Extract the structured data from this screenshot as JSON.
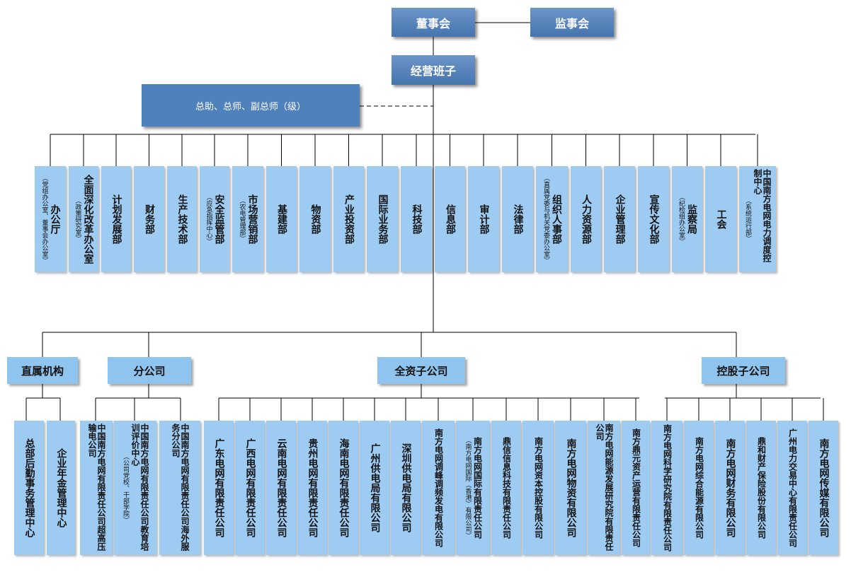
{
  "top": {
    "board": "董事会",
    "supervisors": "监事会",
    "management": "经营班子",
    "executives": "总助、总师、副总师（级）"
  },
  "departments": [
    {
      "main": "办公厅",
      "sub": "（党组办公室、董事会办公室）"
    },
    {
      "main": "全面深化改革办公室",
      "sub": "（政策研究室）"
    },
    {
      "main": "计划发展部",
      "sub": ""
    },
    {
      "main": "财务部",
      "sub": ""
    },
    {
      "main": "生产技术部",
      "sub": ""
    },
    {
      "main": "安全监管部",
      "sub": "（应急指挥中心）"
    },
    {
      "main": "市场营销部",
      "sub": "（农电管理部）"
    },
    {
      "main": "基建部",
      "sub": ""
    },
    {
      "main": "物资部",
      "sub": ""
    },
    {
      "main": "产业投资部",
      "sub": ""
    },
    {
      "main": "国际业务部",
      "sub": ""
    },
    {
      "main": "科技部",
      "sub": ""
    },
    {
      "main": "信息部",
      "sub": ""
    },
    {
      "main": "审计部",
      "sub": ""
    },
    {
      "main": "法律部",
      "sub": ""
    },
    {
      "main": "组织人事部",
      "sub": "（直属党委与机关党委办公室）"
    },
    {
      "main": "人力资源部",
      "sub": ""
    },
    {
      "main": "企业管理部",
      "sub": ""
    },
    {
      "main": "宣传文化部",
      "sub": ""
    },
    {
      "main": "监察局",
      "sub": "（纪检组办公室）"
    },
    {
      "main": "工会",
      "sub": ""
    },
    {
      "main": "中国南方电网电力调度控制中心",
      "sub": "（系统运行部）"
    }
  ],
  "groups": {
    "direct": {
      "label": "直属机构",
      "items": [
        {
          "main": "总部后勤事务管理中心",
          "sub": ""
        },
        {
          "main": "企业年金管理中心",
          "sub": ""
        }
      ]
    },
    "branch": {
      "label": "分公司",
      "items": [
        {
          "main": "中国南方电网有限责任公司超高压输电公司",
          "sub": ""
        },
        {
          "main": "中国南方电网有限责任公司教育培训评价中心",
          "sub": "（公司党校、干部学院）"
        },
        {
          "main": "中国南方电网有限责任公司海外服务分公司",
          "sub": ""
        }
      ]
    },
    "wholly": {
      "label": "全资子公司",
      "items": [
        {
          "main": "广东电网有限责任公司",
          "sub": ""
        },
        {
          "main": "广西电网有限责任公司",
          "sub": ""
        },
        {
          "main": "云南电网有限责任公司",
          "sub": ""
        },
        {
          "main": "贵州电网有限责任公司",
          "sub": ""
        },
        {
          "main": "海南电网有限责任公司",
          "sub": ""
        },
        {
          "main": "广州供电局有限公司",
          "sub": ""
        },
        {
          "main": "深圳供电局有限公司",
          "sub": ""
        },
        {
          "main": "南方电网调峰调频发电有限公司",
          "sub": ""
        },
        {
          "main": "南方电网国际有限责任公司",
          "sub": "（南方电网国际（香港）有限公司）"
        },
        {
          "main": "鼎信信息科技有限责任公司",
          "sub": ""
        },
        {
          "main": "南方电网资本控股有限公司",
          "sub": ""
        },
        {
          "main": "南方电网物资有限公司",
          "sub": ""
        },
        {
          "main": "南方电网能源发展研究院有限责任公司",
          "sub": ""
        },
        {
          "main": "南方鼎元资产运营有限责任公司",
          "sub": ""
        }
      ]
    },
    "holding": {
      "label": "控股子公司",
      "items": [
        {
          "main": "南方电网科学研究院有限责任公司",
          "sub": ""
        },
        {
          "main": "南方电网综合能源有限公司",
          "sub": ""
        },
        {
          "main": "南方电网财务有限公司",
          "sub": ""
        },
        {
          "main": "鼎和财产保险股份有限公司",
          "sub": ""
        },
        {
          "main": "广州电力交易中心有限责任公司",
          "sub": ""
        },
        {
          "main": "南方电网传媒有限公司",
          "sub": ""
        }
      ]
    }
  },
  "colors": {
    "dark_box": "#4f81bd",
    "light_box": "#9dcbf2",
    "group_box": "#8fc4ef",
    "line": "#000000"
  }
}
